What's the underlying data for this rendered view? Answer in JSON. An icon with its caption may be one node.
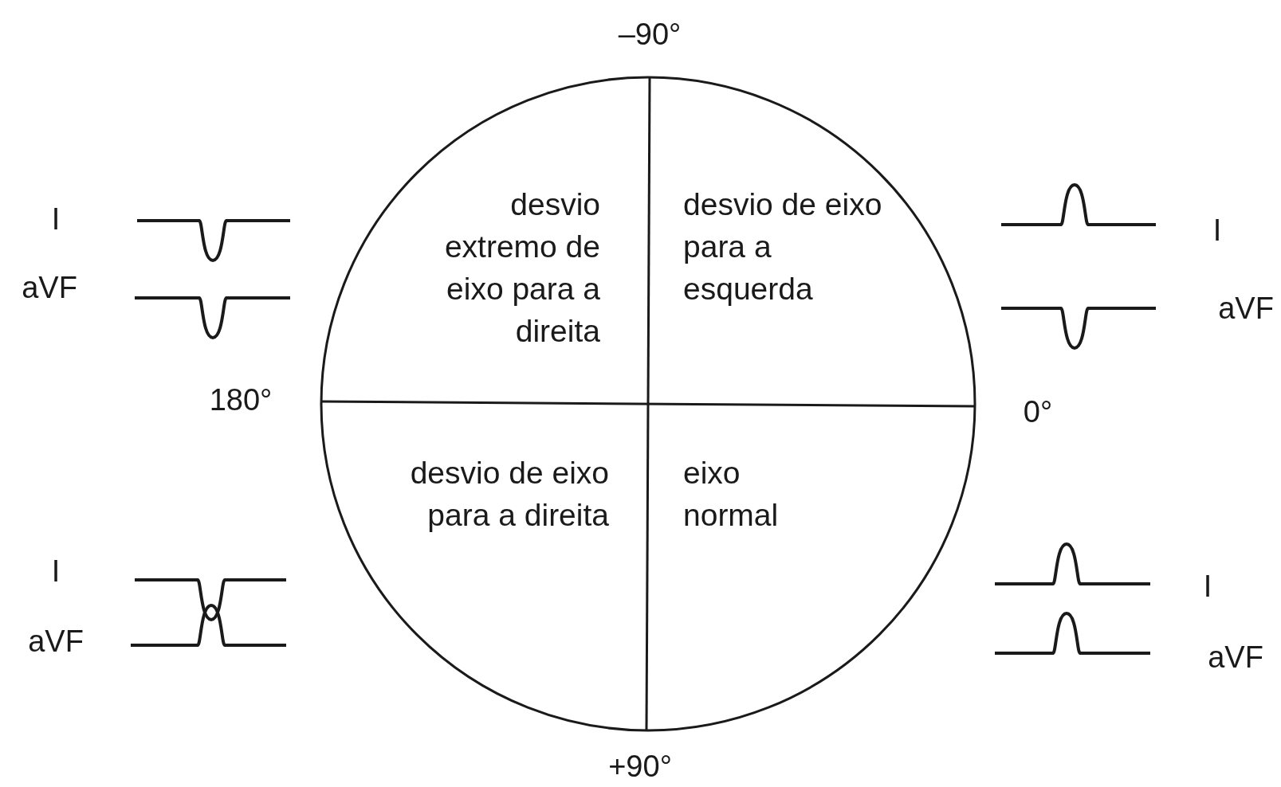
{
  "diagram": {
    "nodes": [
      {
        "text": [
          "desvio extremo de eixo para a direita"
        ]
      },
      {
        "text": [
          "desvio de eixo para a esquerda"
        ]
      },
      {
        "text": [
          "desvio de eixo para a direita"
        ]
      },
      {
        "text": [
          "eixo normal"
        ]
      }
    ],
    "labels": [
      "–90°",
      "I",
      "aVF",
      "I",
      "aVF",
      "180°",
      "0°",
      "I",
      "aVF",
      "I",
      "aVF",
      "+90°"
    ]
  }
}
